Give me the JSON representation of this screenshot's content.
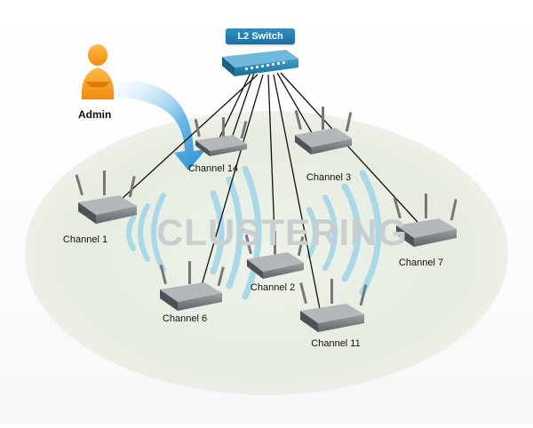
{
  "switch": {
    "label": "L2 Switch"
  },
  "admin": {
    "label": "Admin"
  },
  "cluster": {
    "label": "CLUSTERING"
  },
  "access_points": [
    {
      "label": "Channel 14"
    },
    {
      "label": "Channel 3"
    },
    {
      "label": "Channel 1"
    },
    {
      "label": "Channel 7"
    },
    {
      "label": "Channel 2"
    },
    {
      "label": "Channel 6"
    },
    {
      "label": "Channel 11"
    }
  ],
  "colors": {
    "switch_label_bg": "#1d6f9f",
    "cluster_area": "#e8eee2",
    "signal_wave": "#a8d8e6",
    "admin_figure": "#f39a1e",
    "admin_arrow": "#4aa6dc"
  }
}
